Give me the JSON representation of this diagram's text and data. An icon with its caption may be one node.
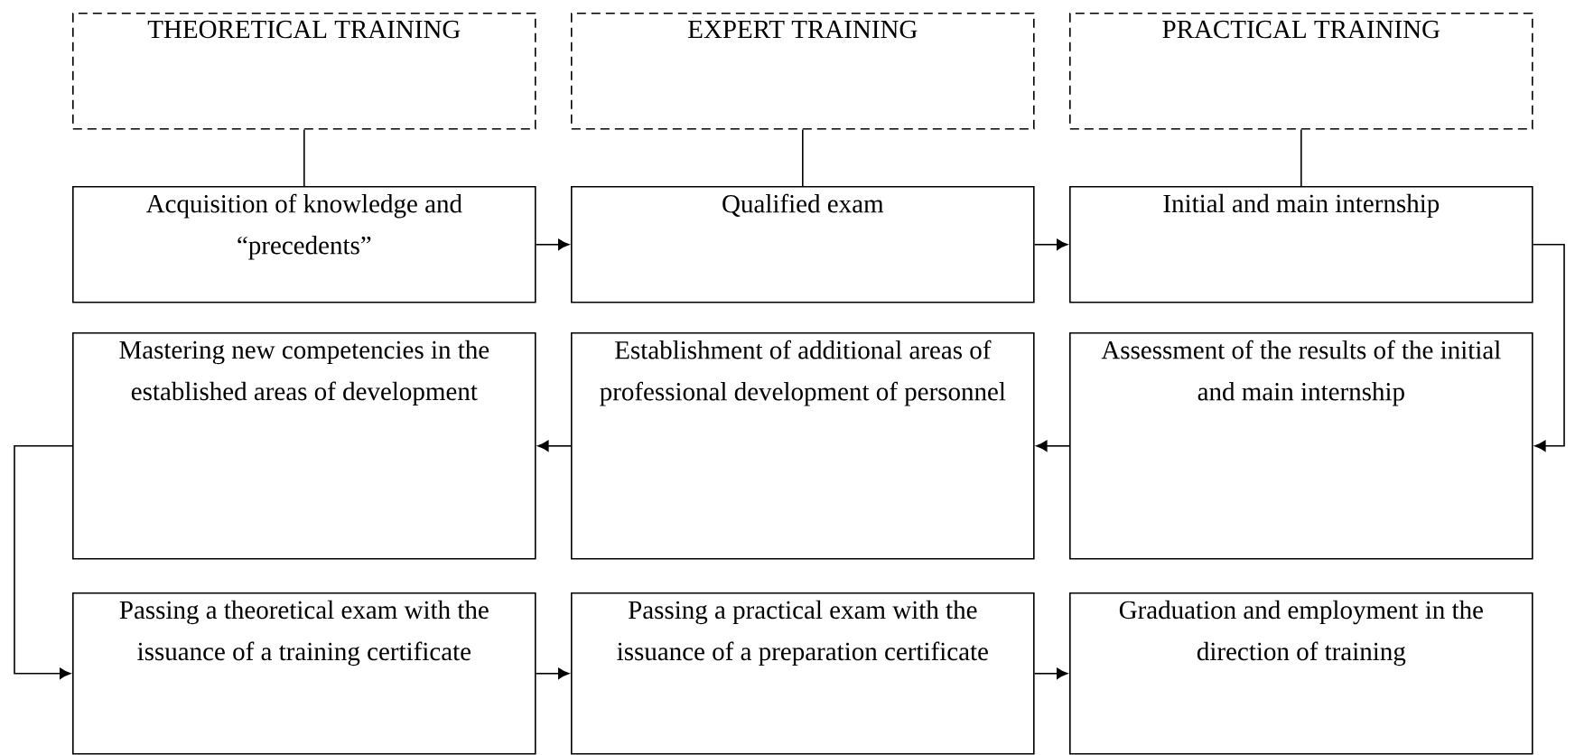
{
  "diagram": {
    "nodes": [
      {
        "text": [
          "THEORETICAL TRAINING"
        ]
      },
      {
        "text": [
          "EXPERT TRAINING"
        ]
      },
      {
        "text": [
          "PRACTICAL TRAINING"
        ]
      },
      {
        "text": [
          "Acquisition of knowledge and “precedents”"
        ]
      },
      {
        "text": [
          "Qualified exam"
        ]
      },
      {
        "text": [
          "Initial and main internship"
        ]
      },
      {
        "text": [
          "Mastering new competencies in the established areas of development"
        ]
      },
      {
        "text": [
          "Establishment of additional areas of professional development of personnel"
        ]
      },
      {
        "text": [
          "Assessment of the results of the initial and main internship"
        ]
      },
      {
        "text": [
          "Passing a theoretical exam with the issuance of a training certificate"
        ]
      },
      {
        "text": [
          "Passing a practical exam with the issuance of a preparation certificate"
        ]
      },
      {
        "text": [
          "Graduation and employment in the direction of training"
        ]
      }
    ],
    "edges": [
      {
        "from": 0,
        "to": 3,
        "arrow": "none"
      },
      {
        "from": 1,
        "to": 4,
        "arrow": "none"
      },
      {
        "from": 2,
        "to": 5,
        "arrow": "none"
      },
      {
        "from": 3,
        "to": 4,
        "arrow": "to"
      },
      {
        "from": 4,
        "to": 5,
        "arrow": "to"
      },
      {
        "from": 5,
        "to": 8,
        "arrow": "to"
      },
      {
        "from": 8,
        "to": 7,
        "arrow": "to"
      },
      {
        "from": 7,
        "to": 6,
        "arrow": "to"
      },
      {
        "from": 6,
        "to": 9,
        "arrow": "to"
      },
      {
        "from": 9,
        "to": 10,
        "arrow": "to"
      },
      {
        "from": 10,
        "to": 11,
        "arrow": "to"
      }
    ]
  }
}
